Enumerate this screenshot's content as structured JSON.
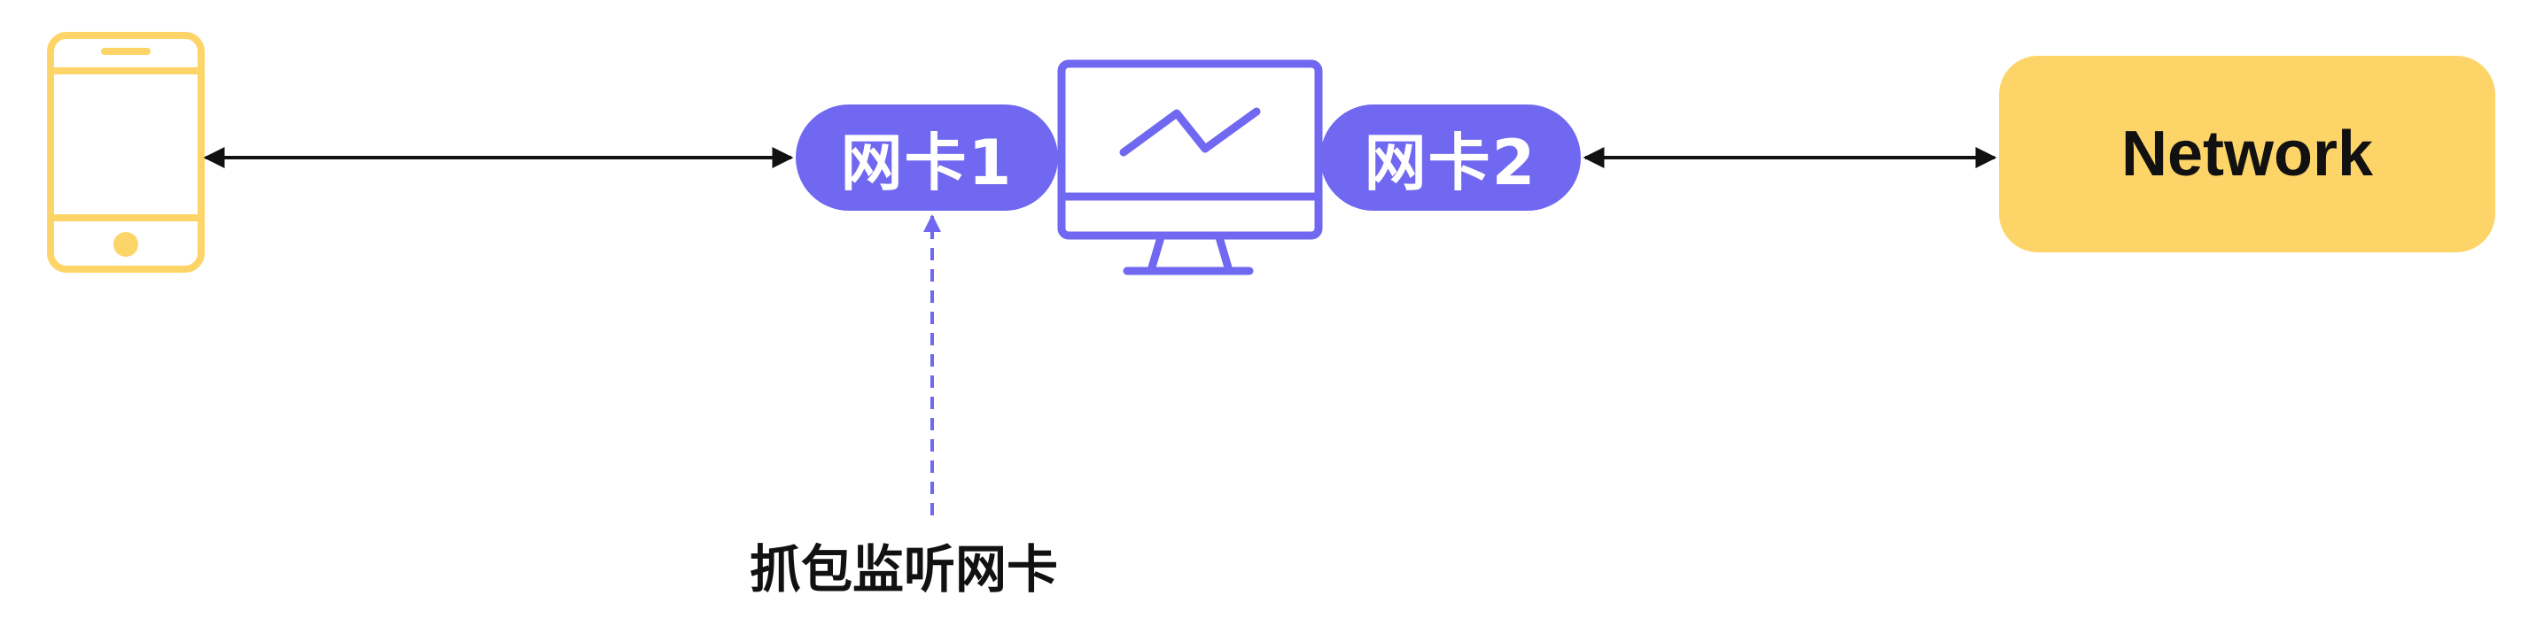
{
  "nodes": {
    "phone": {
      "icon": "smartphone-icon",
      "color": "#fdd467"
    },
    "nic1": {
      "label": "网卡1",
      "color": "#7068f0"
    },
    "monitor": {
      "icon": "monitor-chart-icon",
      "color": "#7068f0"
    },
    "nic2": {
      "label": "网卡2",
      "color": "#7068f0"
    },
    "network": {
      "label": "Network",
      "color": "#fdd467"
    }
  },
  "annotation": {
    "label": "抓包监听网卡"
  },
  "edges": [
    {
      "from": "phone",
      "to": "nic1",
      "style": "solid",
      "direction": "both",
      "color": "#111111"
    },
    {
      "from": "nic2",
      "to": "network",
      "style": "solid",
      "direction": "both",
      "color": "#111111"
    },
    {
      "from": "annotation",
      "to": "nic1",
      "style": "dashed",
      "direction": "forward",
      "color": "#7068f0"
    }
  ]
}
